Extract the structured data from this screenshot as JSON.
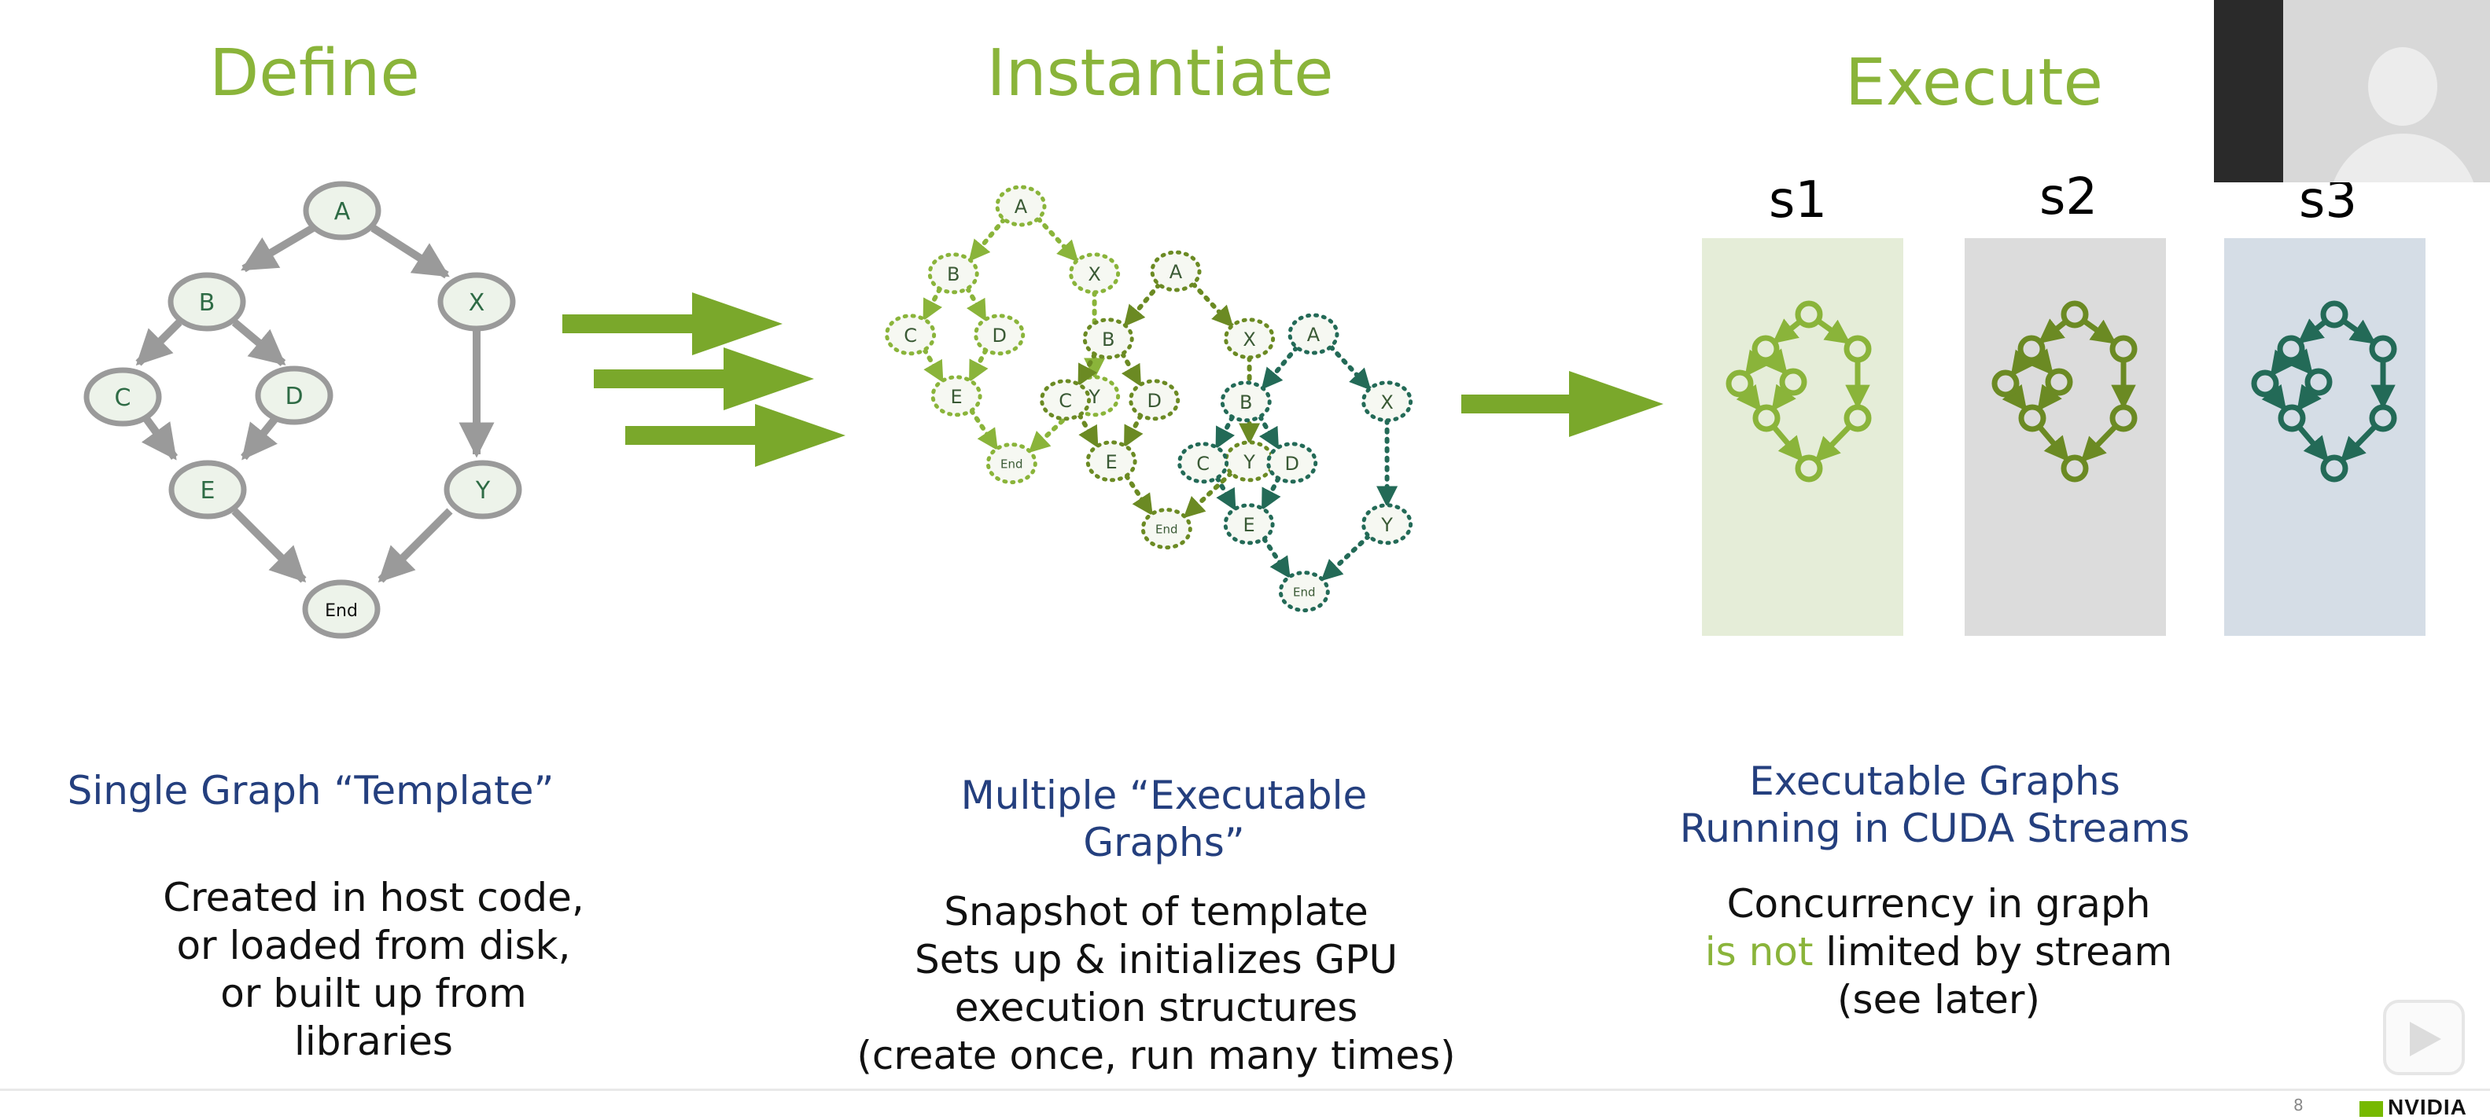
{
  "headings": {
    "define": "Define",
    "instantiate": "Instantiate",
    "execute": "Execute"
  },
  "template_graph": {
    "nodes": {
      "A": "A",
      "B": "B",
      "X": "X",
      "C": "C",
      "D": "D",
      "E": "E",
      "Y": "Y",
      "End": "End"
    }
  },
  "instantiated_graph": {
    "node_labels": [
      "A",
      "B",
      "C",
      "D",
      "E",
      "X",
      "Y",
      "End"
    ]
  },
  "streams": {
    "s1": "s1",
    "s2": "s2",
    "s3": "s3"
  },
  "captions": {
    "define": {
      "title": "Single Graph “Template”",
      "body": [
        "Created in host code,",
        "or loaded from disk,",
        "or built up from",
        "libraries"
      ]
    },
    "instantiate": {
      "title": [
        "Multiple “Executable",
        "Graphs”"
      ],
      "body": [
        "Snapshot of template",
        "Sets up & initializes GPU",
        "execution structures",
        "(create once, run many times)"
      ]
    },
    "execute": {
      "title": [
        "Executable Graphs",
        "Running in CUDA Streams"
      ],
      "line1": "Concurrency in graph",
      "line2_emph": "is not",
      "line2_rest": " limited by stream",
      "line3": "(see later)"
    }
  },
  "footer": {
    "page_number": "8",
    "logo": "NVIDIA"
  },
  "colors": {
    "heading": "#8ab43a",
    "subtitle": "#243f7e",
    "arrow": "#7aa82b",
    "graph_stroke": "#9a9a9a",
    "graph_fill": "#edf3ea",
    "node_text": "#2e6b45",
    "copy1": "#8ab43a",
    "copy2": "#6b8a23",
    "copy3": "#236a57",
    "stream1_bg": "#e5edd8",
    "stream2_bg": "#dcdcdc",
    "stream3_bg": "#d5dde6"
  },
  "icons": {
    "play": "play-icon",
    "webcam": "user-avatar-icon",
    "logo": "nvidia-logo"
  }
}
